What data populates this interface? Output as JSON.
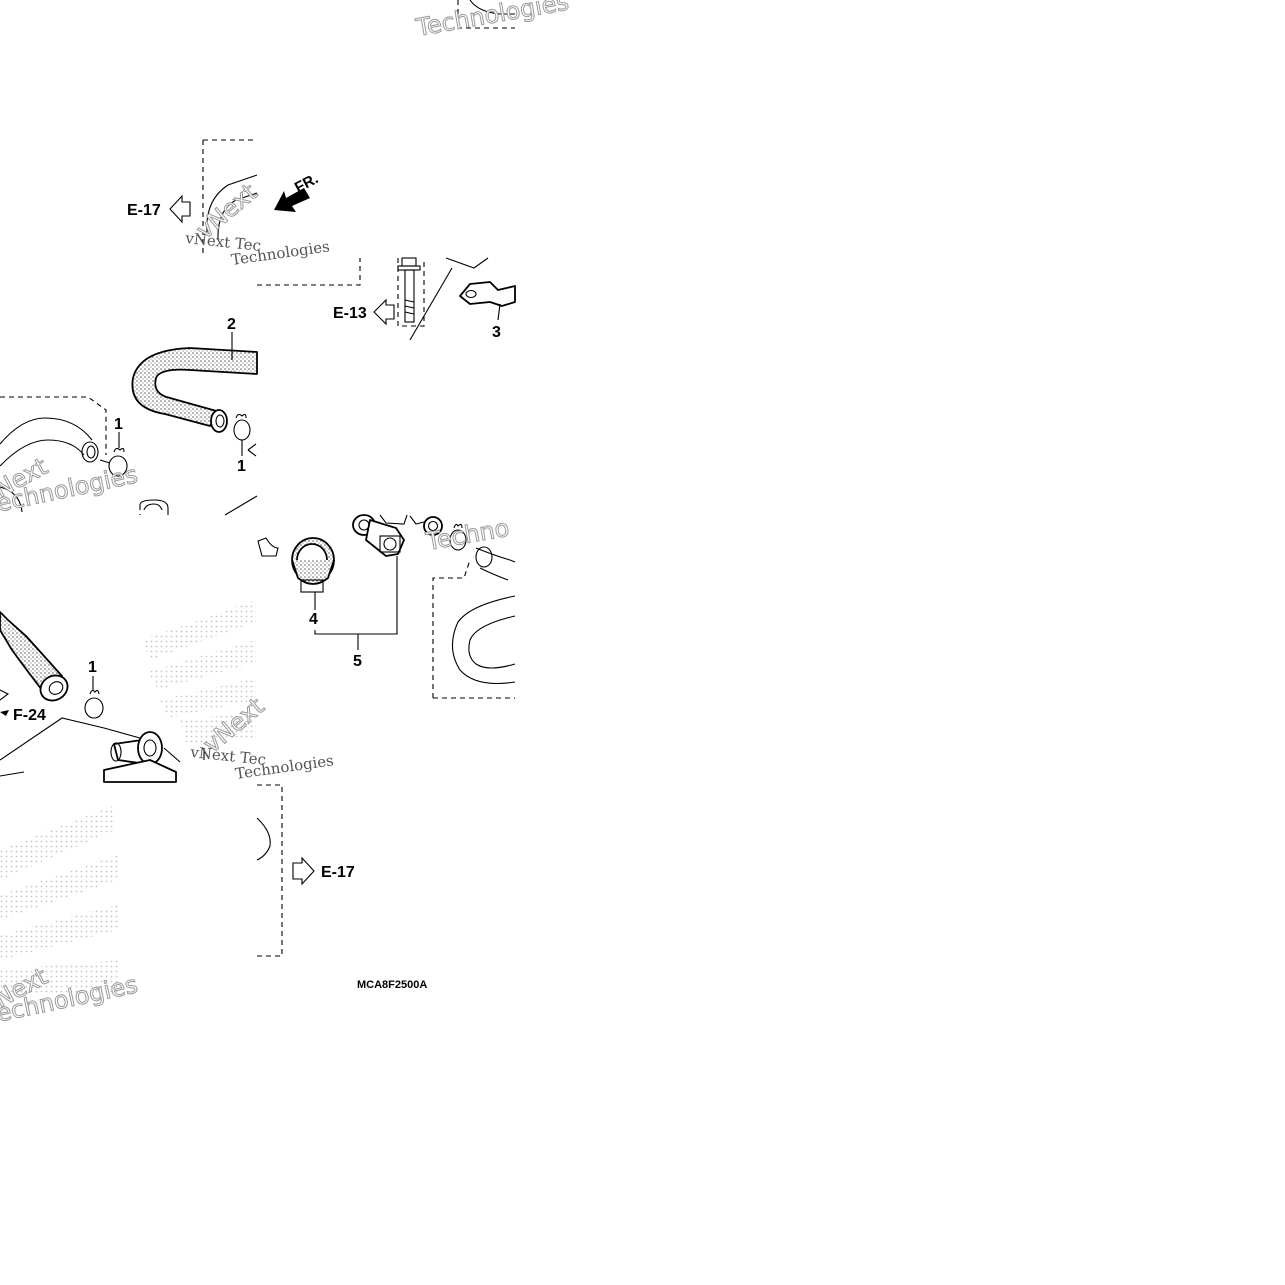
{
  "diagram": {
    "part_labels": {
      "clip_a": "1",
      "clip_b": "1",
      "clip_c": "1",
      "hose": "2",
      "bracket": "3",
      "band": "4",
      "assembly": "5"
    },
    "references": {
      "e17_top": "E-17",
      "e13": "E-13",
      "f24": "F-24",
      "e17_bottom": "E-17",
      "front": "FR."
    },
    "drawing_code": "MCA8F2500A",
    "watermarks": {
      "tech_top": "Technologies",
      "vnext_a": "vNext Tec",
      "tech_a": "Technologies",
      "next_b": "Next",
      "tech_b": "Technologies",
      "tech_c": "Techno",
      "vnext_d": "vNext Tec",
      "tech_d": "Technologies",
      "next_e": "Next",
      "tech_e": "Technologies",
      "vnext_side": "vNext"
    }
  }
}
